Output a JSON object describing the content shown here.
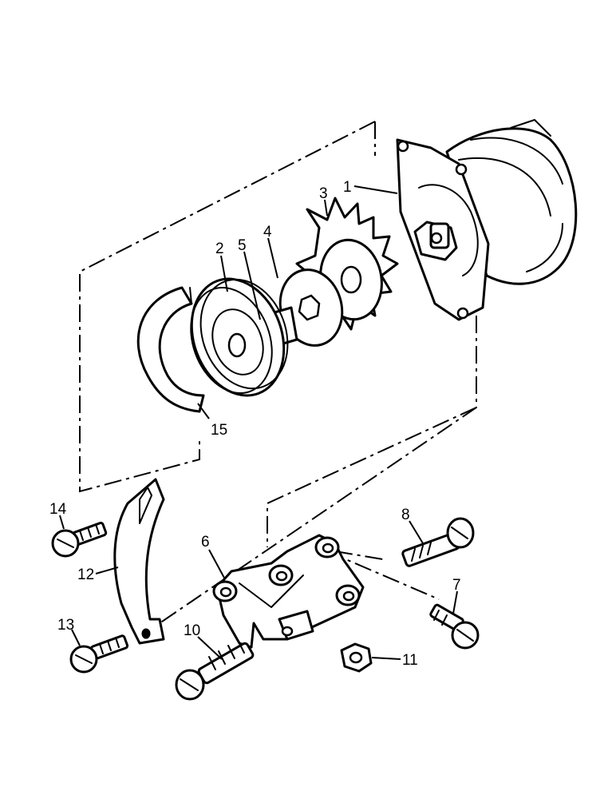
{
  "figure": {
    "callouts": [
      {
        "id": "c1",
        "text": "1"
      },
      {
        "id": "c2",
        "text": "2"
      },
      {
        "id": "c3",
        "text": "3"
      },
      {
        "id": "c4",
        "text": "4"
      },
      {
        "id": "c5",
        "text": "5"
      },
      {
        "id": "c6",
        "text": "6"
      },
      {
        "id": "c7",
        "text": "7"
      },
      {
        "id": "c8",
        "text": "8"
      },
      {
        "id": "c10",
        "text": "10"
      },
      {
        "id": "c11",
        "text": "11"
      },
      {
        "id": "c12",
        "text": "12"
      },
      {
        "id": "c13",
        "text": "13"
      },
      {
        "id": "c14",
        "text": "14"
      },
      {
        "id": "c15",
        "text": "15"
      }
    ]
  }
}
